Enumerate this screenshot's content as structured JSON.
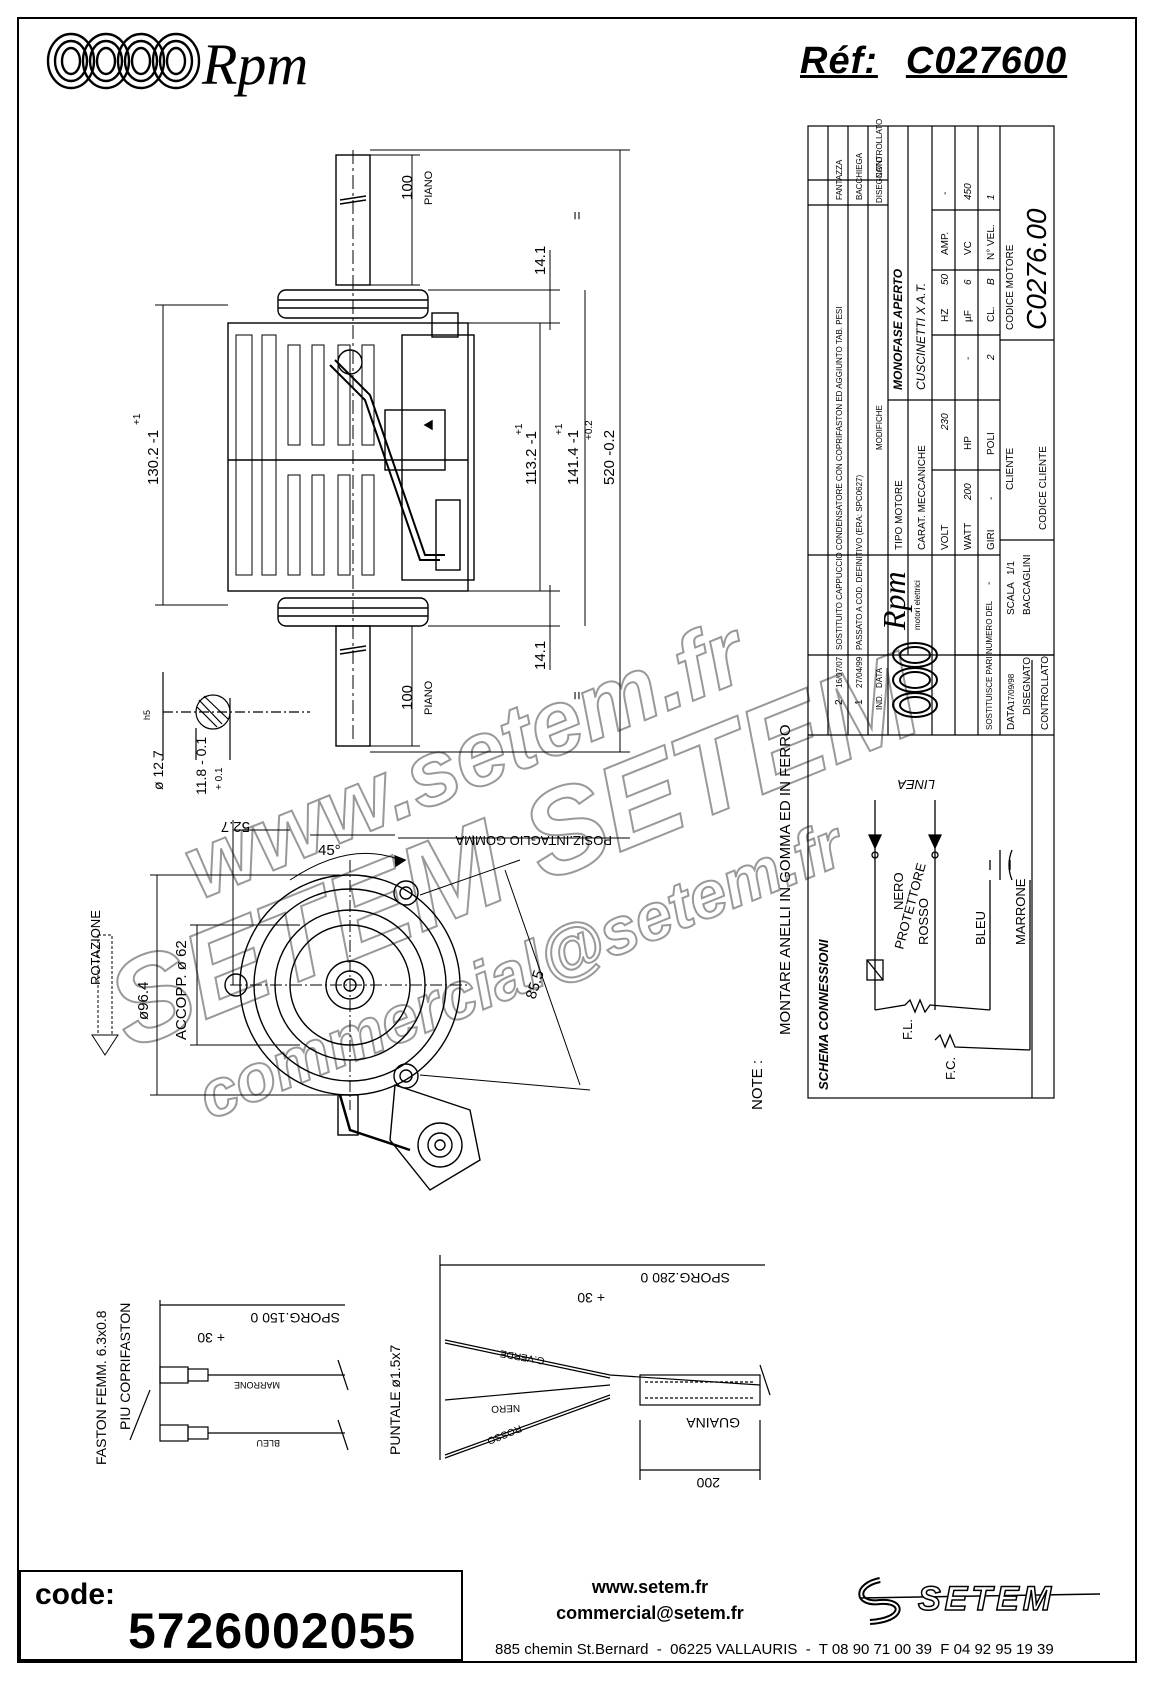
{
  "header": {
    "brand": "Rpm",
    "ref_label": "Réf:",
    "ref_value": "C027600"
  },
  "drawing": {
    "dims": {
      "shaft_top": "100",
      "piano_top": "PIANO",
      "shaft_bottom": "100",
      "piano_bottom": "PIANO",
      "d14_top": "14.1",
      "d14_bottom": "14.1",
      "d130": "130.2 -1",
      "d130_tol": "+1",
      "d113": "113.2 -1",
      "d113_tol": "+1",
      "d141": "141.4 -1",
      "d141_tol": "+1",
      "d520": "520 -0.2",
      "d520_tol": "+0.2",
      "eq_top": "=",
      "eq_bottom": "=",
      "shaft_dia": "ø 12.7",
      "shaft_tol": "h5",
      "flat": "11.8 - 0.1",
      "flat_tol": "+ 0.1"
    },
    "front": {
      "d527": "52.7",
      "angle": "45°",
      "gomma": "POSIZ.INTAGLIO GOMMA",
      "rotazione": "ROTAZIONE",
      "d964": "ø96.4",
      "accopp": "ACCOPP. ø 62",
      "d855": "85.5",
      "note_label": "NOTE :",
      "note_text": "MONTARE ANELLI IN GOMMA ED IN FERRO"
    },
    "schema": {
      "title": "SCHEMA CONNESSIONI",
      "linea": "LINEA",
      "nero": "NERO",
      "protettore": "PROTETTORE",
      "rosso": "ROSSO",
      "bleu": "BLEU",
      "marrone": "MARRONE",
      "fl": "F.L.",
      "fc": "F.C."
    },
    "table": {
      "revisions": [
        {
          "n": "2",
          "date": "16/07/07",
          "text": "SOSTITUITO CAPPUCCIO CONDENSATORE CON COPRIFASTON ED AGGIUNTO TAB. PESI",
          "dis": "FANTAZZA"
        },
        {
          "n": "1",
          "date": "27/04/99",
          "text": "PASSATO A COD. DEFINITIVO (ERA: SPC0627)",
          "dis": "BACCHIEGA"
        },
        {
          "n": "IND.",
          "date": "DATA",
          "text": "MODIFICHE",
          "dis": "DISEGNATO"
        }
      ],
      "controllato": "CONTROLLATO",
      "tipo_label": "TIPO MOTORE",
      "tipo_value": "MONOFASE APERTO",
      "carat_label": "CARAT. MECCANICHE",
      "carat_value": "CUSCINETTI X A.T.",
      "rows": [
        {
          "a": "VOLT",
          "b": "230",
          "c": "HZ",
          "d": "50",
          "e": "AMP.",
          "f": "-"
        },
        {
          "a": "WATT",
          "b": "200",
          "c": "HP",
          "d": "-",
          "e": "µF",
          "f": "6",
          "g": "VC",
          "h": "450"
        },
        {
          "a": "GIRI",
          "b": "-",
          "c": "POLI",
          "d": "2",
          "e": "CL.",
          "f": "B",
          "g": "N° VEL.",
          "h": "1"
        }
      ],
      "codice_motore_label": "CODICE MOTORE",
      "codice_motore_value": "C0276.00",
      "cliente_label": "CLIENTE",
      "codice_cliente_label": "CODICE CLIENTE",
      "logo_brand": "Rpm",
      "logo_sub": "motori elettrici",
      "sostituisce_label": "SOSTITUISCE PARI NUMERO DEL",
      "sostituisce_value": "-",
      "data_label": "DATA",
      "data_value": "17/09/98",
      "scala_label": "SCALA",
      "scala_value": "1/1",
      "disegnato_label": "DISEGNATO",
      "disegnato_value": "BACCAGLINI",
      "controllato_label": "CONTROLLATO"
    },
    "cables": {
      "faston": "FASTON FEMM. 6.3x0.8",
      "coprifaston": "PIU COPRIFASTON",
      "sporg150": "SPORG.150  0",
      "plus30a": "+ 30",
      "marrone": "MARRONE",
      "bleu": "BLEU",
      "puntale": "PUNTALE ø1.5x7",
      "sporg280": "SPORG.280  0",
      "plus30b": "+ 30",
      "gverde": "G.VERDE",
      "nero": "NERO",
      "rosso": "ROSSO",
      "guaina": "GUAINA",
      "d200": "200"
    },
    "watermark": {
      "site": "www.setem.fr",
      "brand": "SETEM SETEM",
      "email": "commercial@setem.fr"
    }
  },
  "footer": {
    "code_label": "code:",
    "code_value": "5726002055",
    "website": "www.setem.fr",
    "email": "commercial@setem.fr",
    "address": "885 chemin St.Bernard  -  06225 VALLAURIS  -  T 08 90 71 00 39  F 04 92 95 19 39",
    "logo_text": "SETEM"
  }
}
